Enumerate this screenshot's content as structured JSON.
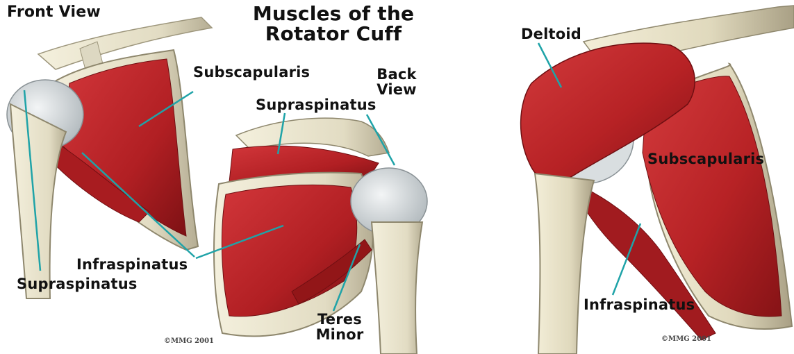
{
  "colors": {
    "muscle": "#c0282a",
    "muscle_dark": "#8e1518",
    "bone": "#e9e4cf",
    "bone_shadow": "#b9b29a",
    "tendon": "#d8dde0",
    "leader": "#1fa3a8"
  },
  "left_panel": {
    "title": "Muscles of the Rotator Cuff",
    "front_view": "Front View",
    "back_view": "Back View",
    "labels": {
      "subscapularis": "Subscapularis",
      "supraspinatus_back": "Supraspinatus",
      "infraspinatus": "Infraspinatus",
      "supraspinatus_front": "Supraspinatus",
      "teres_minor": "Teres Minor"
    },
    "copyright": "©MMG 2001"
  },
  "right_panel": {
    "labels": {
      "deltoid": "Deltoid",
      "subscapularis": "Subscapularis",
      "infraspinatus": "Infraspinatus"
    },
    "copyright": "©MMG 2001"
  }
}
